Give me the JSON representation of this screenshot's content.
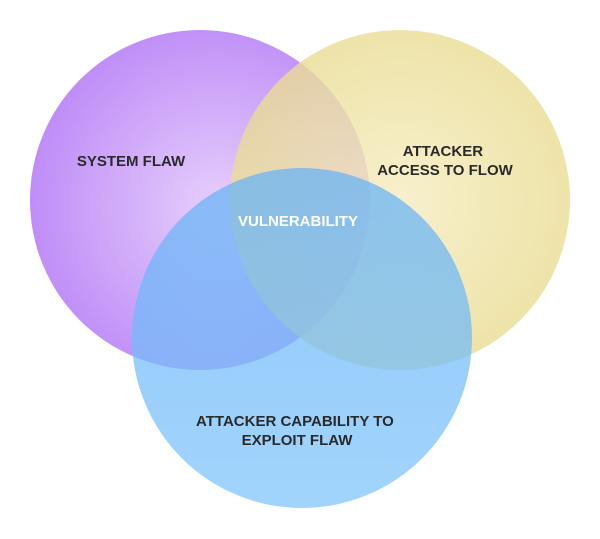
{
  "diagram": {
    "circles": [
      {
        "id": "system-flaw",
        "label_lines": [
          "SYSTEM FLAW"
        ],
        "color_light": "#e3c8fb",
        "color_dark": "#b277f6",
        "label_color": "#2a2a2a"
      },
      {
        "id": "attacker-access",
        "label_lines": [
          "ATTACKER",
          "ACCESS TO FLOW"
        ],
        "color_light": "#f6ecc0",
        "color_dark": "#e7d98a",
        "label_color": "#2a2a2a"
      },
      {
        "id": "attacker-capability",
        "label_lines": [
          "ATTACKER CAPABILITY TO",
          "EXPLOIT FLAW"
        ],
        "color_light": "#64b2f7",
        "color_dark": "#7dc4fb",
        "label_color": "#2a2a2a"
      }
    ],
    "center": {
      "label": "VULNERABILITY",
      "label_color": "#ffffff"
    }
  }
}
